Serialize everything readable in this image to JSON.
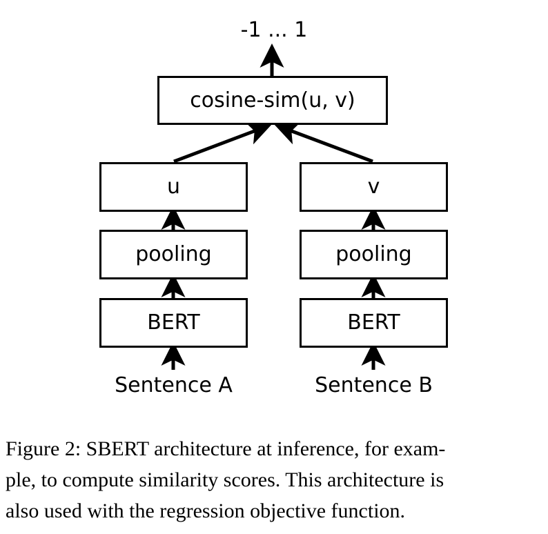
{
  "figure": {
    "output_label": "-1 ... 1",
    "nodes": {
      "cosine": "cosine-sim(u, v)",
      "u": "u",
      "v": "v",
      "pooling_left": "pooling",
      "pooling_right": "pooling",
      "bert_left": "BERT",
      "bert_right": "BERT"
    },
    "inputs": {
      "sentence_a": "Sentence A",
      "sentence_b": "Sentence B"
    },
    "colors": {
      "stroke": "#000000",
      "fill": "#ffffff",
      "text": "#000000"
    }
  },
  "caption": {
    "line1": "Figure 2:  SBERT architecture at inference, for exam-",
    "line2": "ple, to compute similarity scores.  This architecture is",
    "line3": "also used with the regression objective function."
  }
}
